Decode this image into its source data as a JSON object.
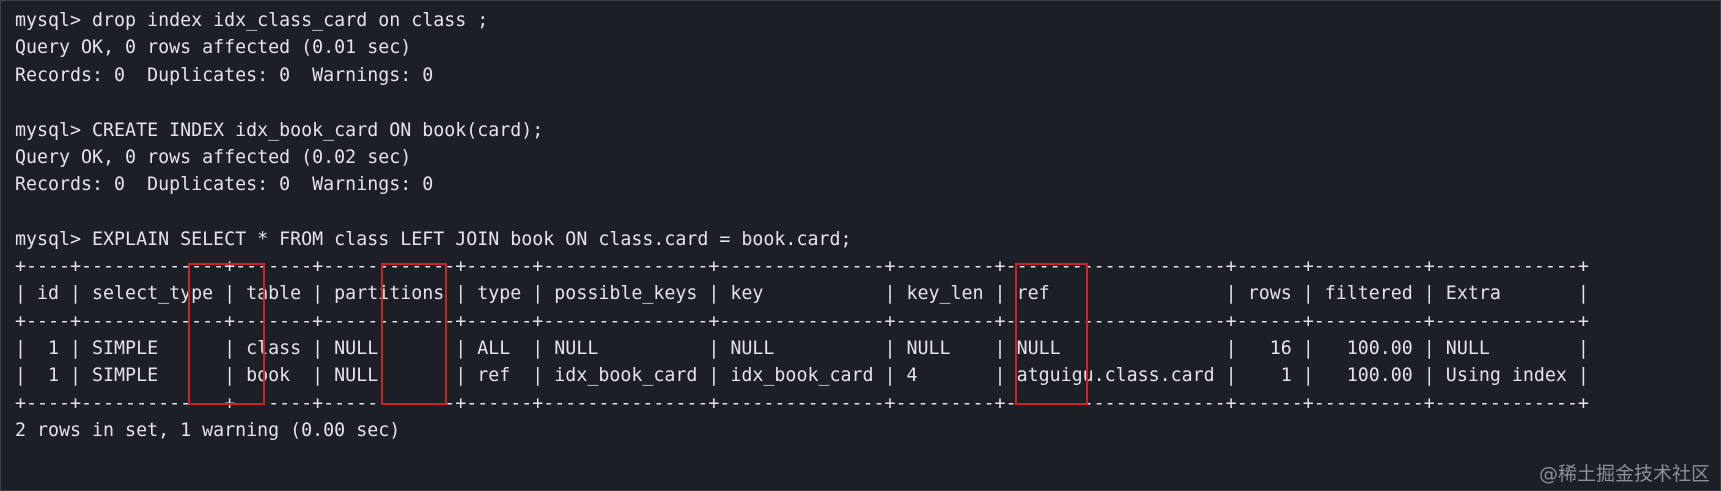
{
  "terminal": {
    "lines": [
      "mysql> drop index idx_class_card on class ;",
      "Query OK, 0 rows affected (0.01 sec)",
      "Records: 0  Duplicates: 0  Warnings: 0",
      "",
      "mysql> CREATE INDEX idx_book_card ON book(card);",
      "Query OK, 0 rows affected (0.02 sec)",
      "Records: 0  Duplicates: 0  Warnings: 0",
      "",
      "mysql> EXPLAIN SELECT * FROM class LEFT JOIN book ON class.card = book.card;",
      "+----+-------------+-------+------------+------+---------------+---------------+---------+--------------------+------+----------+-------------+",
      "| id | select_type | table | partitions | type | possible_keys | key           | key_len | ref                | rows | filtered | Extra       |",
      "+----+-------------+-------+------------+------+---------------+---------------+---------+--------------------+------+----------+-------------+",
      "|  1 | SIMPLE      | class | NULL       | ALL  | NULL          | NULL          | NULL    | NULL               |   16 |   100.00 | NULL        |",
      "|  1 | SIMPLE      | book  | NULL       | ref  | idx_book_card | idx_book_card | 4       | atguigu.class.card |    1 |   100.00 | Using index |",
      "+----+-------------+-------+------------+------+---------------+---------------+---------+--------------------+------+----------+-------------+",
      "2 rows in set, 1 warning (0.00 sec)"
    ],
    "highlighted_columns": [
      "table",
      "type",
      "rows"
    ]
  },
  "watermark": "@稀土掘金技术社区",
  "colors": {
    "background": "#1c1f26",
    "text": "#e2e4e9",
    "highlight_box": "#d0202a"
  }
}
